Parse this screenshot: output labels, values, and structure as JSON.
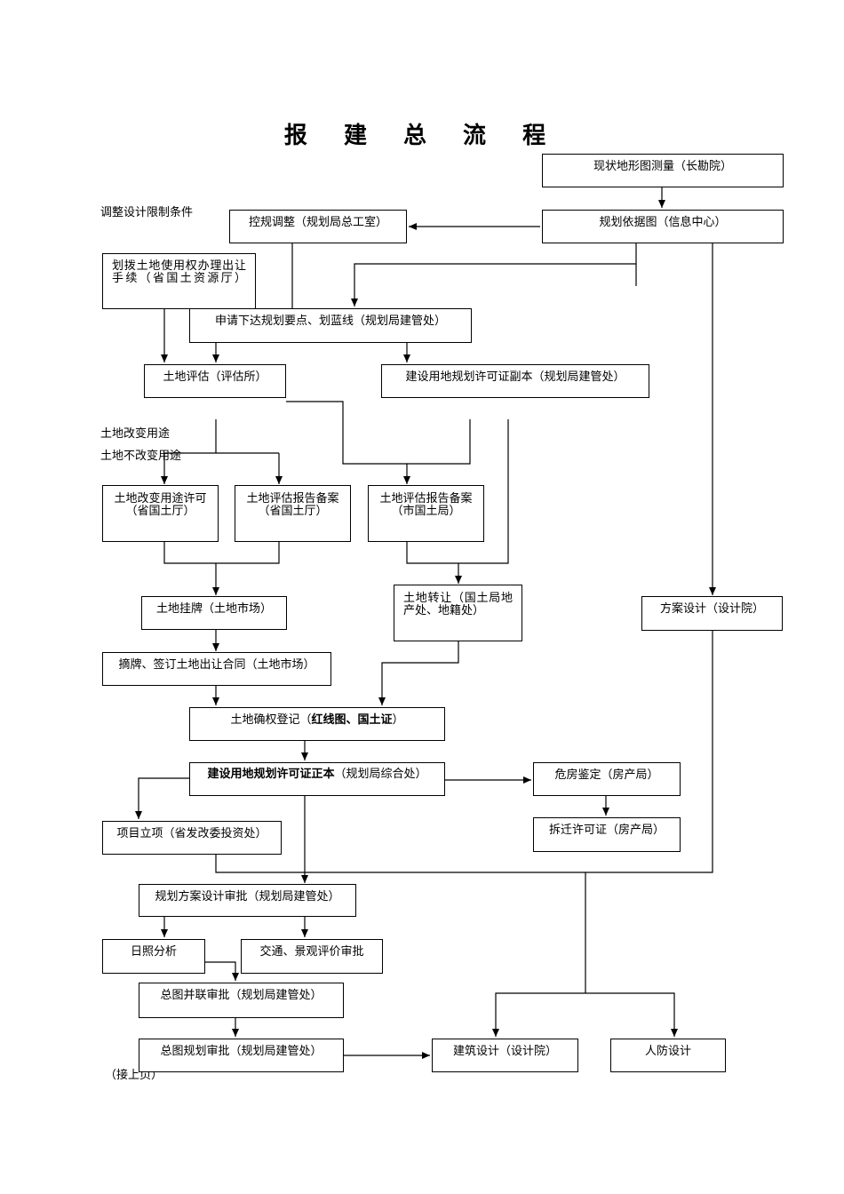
{
  "title": "报 建 总 流 程",
  "notes": {
    "adjust_conditions": "调整设计限制条件",
    "land_use_change": "土地改变用途",
    "land_use_no_change": "土地不改变用途",
    "continued": "（接上页）"
  },
  "boxes": {
    "topo_survey": "现状地形图测量（长勘院）",
    "planning_basis_map": "规划依据图（信息中心）",
    "regulatory_adjustment": "控规调整（规划局总工室）",
    "land_allocation_transfer": "划拨土地使用权办理出让手续（省国土资源厅）",
    "planning_points_blue_line": "申请下达规划要点、划蓝线（规划局建管处）",
    "land_appraisal": "土地评估（评估所）",
    "land_use_permit_copy": "建设用地规划许可证副本（规划局建管处）",
    "land_use_change_permit": "土地改变用途许可（省国土厅）",
    "appraisal_filing_province": "土地评估报告备案（省国土厅）",
    "appraisal_filing_city": "土地评估报告备案（市国土局）",
    "land_transfer": "土地转让（国土局地产处、地籍处）",
    "scheme_design": "方案设计（设计院）",
    "land_listing": "土地挂牌（土地市场）",
    "delist_sign_contract": "摘牌、签订土地出让合同（土地市场）",
    "land_rights_registration": {
      "prefix": "土地确权登记（",
      "bold": "红线图、国土证",
      "suffix": "）"
    },
    "land_use_permit_original": {
      "bold": "建设用地规划许可证正本",
      "normal": "（规划局综合处）"
    },
    "dangerous_house_appraisal": "危房鉴定（房产局）",
    "demolition_permit": "拆迁许可证（房产局）",
    "project_approval": "项目立项（省发改委投资处）",
    "planning_scheme_approval": "规划方案设计审批（规划局建管处）",
    "sunlight_analysis": "日照分析",
    "traffic_landscape_review": "交通、景观评价审批",
    "master_plan_joint_review": "总图并联审批（规划局建管处）",
    "master_plan_approval": "总图规划审批（规划局建管处）",
    "architectural_design": "建筑设计（设计院）",
    "civil_defense_design": "人防设计"
  }
}
